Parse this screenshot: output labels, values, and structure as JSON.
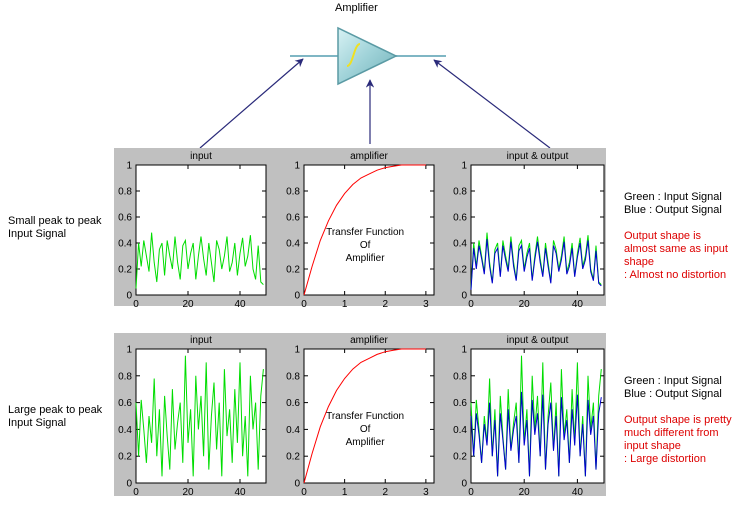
{
  "amplifier": {
    "title": "Amplifier"
  },
  "rows": [
    {
      "row_label": [
        "Small peak to peak",
        "Input Signal"
      ],
      "legend": [
        "Green : Input Signal",
        "Blue : Output Signal"
      ],
      "note": [
        "Output shape is",
        "almost same as input",
        "shape",
        ": Almost no distortion"
      ]
    },
    {
      "row_label": [
        "Large peak to peak",
        "Input Signal"
      ],
      "legend": [
        "Green : Input Signal",
        "Blue : Output Signal"
      ],
      "note": [
        "Output shape is pretty",
        "much different from",
        "input shape",
        ": Large distortion"
      ]
    }
  ],
  "colors": {
    "panel_bg": "#c0c0c0",
    "input_signal": "#00dd00",
    "output_signal": "#0000cc",
    "transfer_curve": "#ff0000",
    "arrow": "#2a2a7a",
    "note_text": "#dd0000"
  },
  "chart_data": [
    {
      "type": "line",
      "title": "input",
      "x_ticks": [
        0,
        20,
        40
      ],
      "y_ticks": [
        0,
        0.2,
        0.4,
        0.6,
        0.8,
        1
      ],
      "xlim": [
        0,
        50
      ],
      "ylim": [
        0,
        1
      ],
      "series": [
        {
          "values": [
            0.05,
            0.4,
            0.22,
            0.42,
            0.3,
            0.18,
            0.48,
            0.25,
            0.1,
            0.35,
            0.4,
            0.15,
            0.42,
            0.3,
            0.2,
            0.45,
            0.25,
            0.12,
            0.38,
            0.42,
            0.2,
            0.32,
            0.4,
            0.12,
            0.3,
            0.45,
            0.28,
            0.15,
            0.4,
            0.25,
            0.1,
            0.42,
            0.35,
            0.2,
            0.3,
            0.45,
            0.18,
            0.25,
            0.4,
            0.15,
            0.32,
            0.44,
            0.22,
            0.3,
            0.46,
            0.2,
            0.12,
            0.38,
            0.1,
            0.08
          ]
        }
      ]
    },
    {
      "type": "line",
      "title": "amplifier",
      "x_ticks": [
        0,
        1,
        2,
        3
      ],
      "y_ticks": [
        0,
        0.2,
        0.4,
        0.6,
        0.8,
        1
      ],
      "xlim": [
        0,
        3.2
      ],
      "ylim": [
        0,
        1
      ],
      "annotation": [
        "Transfer Function",
        "Of",
        "Amplifier"
      ],
      "series": [
        {
          "x": [
            0,
            0.2,
            0.4,
            0.6,
            0.8,
            1,
            1.2,
            1.4,
            1.6,
            1.8,
            2,
            2.2,
            2.4,
            2.6,
            2.8,
            3
          ],
          "values": [
            0,
            0.22,
            0.42,
            0.57,
            0.69,
            0.78,
            0.85,
            0.9,
            0.93,
            0.96,
            0.98,
            0.99,
            1,
            1,
            1,
            1
          ]
        }
      ]
    },
    {
      "type": "line",
      "title": "input & output",
      "x_ticks": [
        0,
        20,
        40
      ],
      "y_ticks": [
        0,
        0.2,
        0.4,
        0.6,
        0.8,
        1
      ],
      "xlim": [
        0,
        50
      ],
      "ylim": [
        0,
        1
      ],
      "series": [
        {
          "values": [
            0.05,
            0.4,
            0.22,
            0.42,
            0.3,
            0.18,
            0.48,
            0.25,
            0.1,
            0.35,
            0.4,
            0.15,
            0.42,
            0.3,
            0.2,
            0.45,
            0.25,
            0.12,
            0.38,
            0.42,
            0.2,
            0.32,
            0.4,
            0.12,
            0.3,
            0.45,
            0.28,
            0.15,
            0.4,
            0.25,
            0.1,
            0.42,
            0.35,
            0.2,
            0.3,
            0.45,
            0.18,
            0.25,
            0.4,
            0.15,
            0.32,
            0.44,
            0.22,
            0.3,
            0.46,
            0.2,
            0.12,
            0.38,
            0.1,
            0.08
          ]
        },
        {
          "values": [
            0.04,
            0.36,
            0.2,
            0.38,
            0.28,
            0.16,
            0.43,
            0.22,
            0.09,
            0.32,
            0.36,
            0.14,
            0.38,
            0.27,
            0.18,
            0.41,
            0.22,
            0.11,
            0.34,
            0.38,
            0.18,
            0.29,
            0.36,
            0.11,
            0.27,
            0.41,
            0.25,
            0.14,
            0.36,
            0.22,
            0.09,
            0.38,
            0.32,
            0.18,
            0.27,
            0.41,
            0.16,
            0.22,
            0.36,
            0.14,
            0.29,
            0.4,
            0.2,
            0.27,
            0.42,
            0.18,
            0.11,
            0.34,
            0.09,
            0.07
          ]
        }
      ]
    },
    {
      "type": "line",
      "title": "input",
      "x_ticks": [
        0,
        20,
        40
      ],
      "y_ticks": [
        0,
        0.2,
        0.4,
        0.6,
        0.8,
        1
      ],
      "xlim": [
        0,
        50
      ],
      "ylim": [
        0,
        1
      ],
      "series": [
        {
          "values": [
            0.6,
            0.2,
            0.62,
            0.4,
            0.15,
            0.5,
            0.3,
            0.78,
            0.2,
            0.55,
            0.05,
            0.65,
            0.35,
            0.1,
            0.7,
            0.25,
            0.45,
            0.6,
            0.15,
            0.95,
            0.3,
            0.55,
            0.05,
            0.8,
            0.4,
            0.65,
            0.2,
            0.9,
            0.1,
            0.5,
            0.75,
            0.25,
            0.6,
            0.05,
            0.85,
            0.35,
            0.55,
            0.15,
            0.7,
            0.3,
            0.9,
            0.2,
            0.5,
            0.05,
            0.8,
            0.4,
            0.6,
            0.1,
            0.65,
            0.85
          ]
        }
      ]
    },
    {
      "type": "line",
      "title": "amplifier",
      "x_ticks": [
        0,
        1,
        2,
        3
      ],
      "y_ticks": [
        0,
        0.2,
        0.4,
        0.6,
        0.8,
        1
      ],
      "xlim": [
        0,
        3.2
      ],
      "ylim": [
        0,
        1
      ],
      "annotation": [
        "Transfer Function",
        "Of",
        "Amplifier"
      ],
      "series": [
        {
          "x": [
            0,
            0.2,
            0.4,
            0.6,
            0.8,
            1,
            1.2,
            1.4,
            1.6,
            1.8,
            2,
            2.2,
            2.4,
            2.6,
            2.8,
            3
          ],
          "values": [
            0,
            0.22,
            0.42,
            0.57,
            0.69,
            0.78,
            0.85,
            0.9,
            0.93,
            0.96,
            0.98,
            0.99,
            1,
            1,
            1,
            1
          ]
        }
      ]
    },
    {
      "type": "line",
      "title": "input & output",
      "x_ticks": [
        0,
        20,
        40
      ],
      "y_ticks": [
        0,
        0.2,
        0.4,
        0.6,
        0.8,
        1
      ],
      "xlim": [
        0,
        50
      ],
      "ylim": [
        0,
        1
      ],
      "series": [
        {
          "values": [
            0.6,
            0.2,
            0.62,
            0.4,
            0.15,
            0.5,
            0.3,
            0.78,
            0.2,
            0.55,
            0.05,
            0.65,
            0.35,
            0.1,
            0.7,
            0.25,
            0.45,
            0.6,
            0.15,
            0.95,
            0.3,
            0.55,
            0.05,
            0.8,
            0.4,
            0.65,
            0.2,
            0.9,
            0.1,
            0.5,
            0.75,
            0.25,
            0.6,
            0.05,
            0.85,
            0.35,
            0.55,
            0.15,
            0.7,
            0.3,
            0.9,
            0.2,
            0.5,
            0.05,
            0.8,
            0.4,
            0.6,
            0.1,
            0.65,
            0.85
          ]
        },
        {
          "values": [
            0.5,
            0.2,
            0.52,
            0.36,
            0.15,
            0.44,
            0.28,
            0.6,
            0.2,
            0.47,
            0.05,
            0.52,
            0.32,
            0.1,
            0.55,
            0.24,
            0.4,
            0.5,
            0.15,
            0.68,
            0.28,
            0.47,
            0.05,
            0.62,
            0.36,
            0.52,
            0.2,
            0.66,
            0.1,
            0.44,
            0.6,
            0.24,
            0.5,
            0.05,
            0.64,
            0.32,
            0.47,
            0.15,
            0.55,
            0.28,
            0.66,
            0.2,
            0.44,
            0.05,
            0.62,
            0.36,
            0.5,
            0.1,
            0.52,
            0.64
          ]
        }
      ]
    }
  ]
}
